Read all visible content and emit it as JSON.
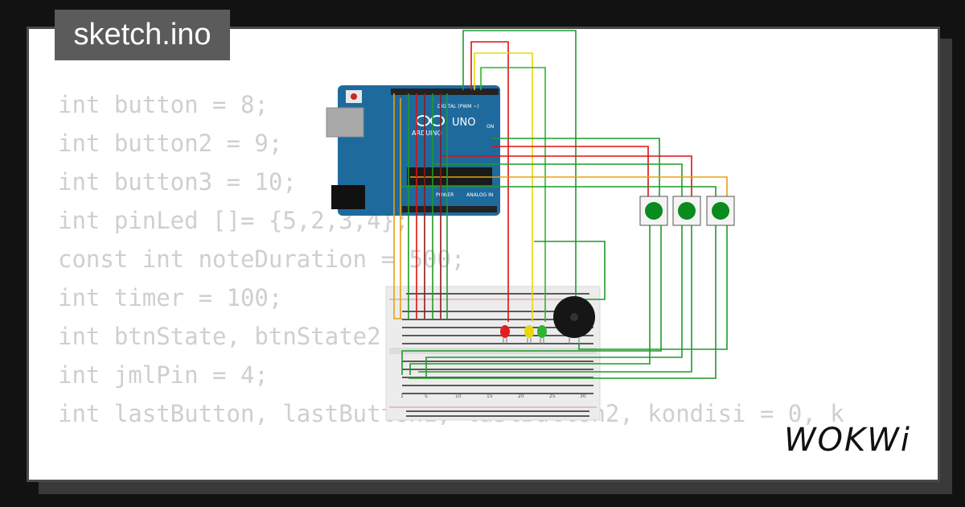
{
  "file_tab": {
    "label": "sketch.ino"
  },
  "code_lines": [
    "int button = 8;",
    "int button2 = 9;",
    "int button3 = 10;",
    "int pinLed []= {5,2,3,4};",
    "const int noteDuration = 500;",
    "int timer = 100;",
    "int btnState, btnState2, btnState3;",
    "int jmlPin = 4;",
    "int lastButton, lastButton1, lastButton2, kondisi = 0, k"
  ],
  "board": {
    "name": "UNO",
    "maker": "ARDUINO",
    "header_label": "DIGITAL (PWM ~)",
    "power_label": "POWER",
    "analog_label": "ANALOG IN",
    "on_label": "ON"
  },
  "breadboard": {
    "column_numbers": [
      "1",
      "5",
      "10",
      "15",
      "20",
      "25",
      "30"
    ]
  },
  "leds": [
    {
      "color": "#e02020"
    },
    {
      "color": "#e8d80a"
    },
    {
      "color": "#2fb52f"
    }
  ],
  "buttons": [
    {
      "color": "#0b8a1d"
    },
    {
      "color": "#0b8a1d"
    },
    {
      "color": "#0b8a1d"
    }
  ],
  "brand": {
    "label": "WOKWi"
  }
}
